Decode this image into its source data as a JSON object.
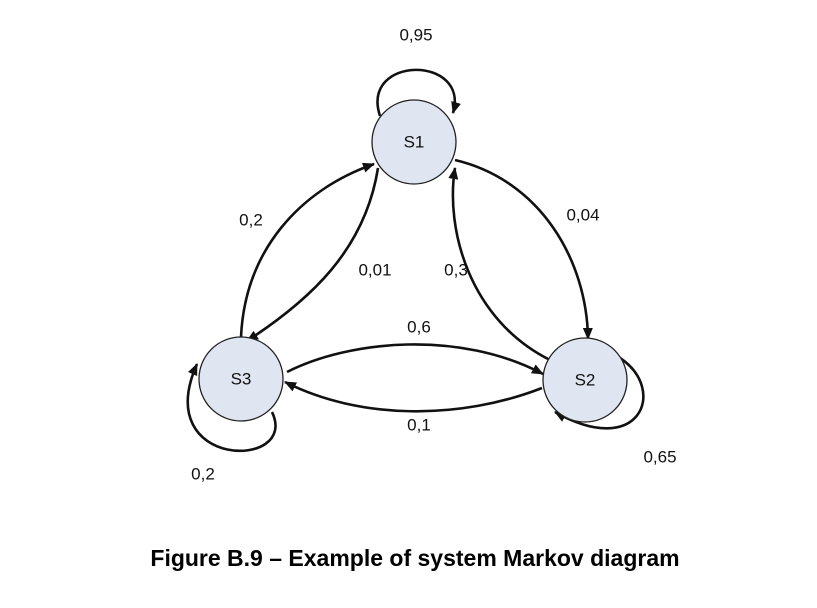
{
  "diagram": {
    "states": {
      "s1": "S1",
      "s2": "S2",
      "s3": "S3"
    },
    "transitions": {
      "s1_to_s1": "0,95",
      "s1_to_s2": "0,04",
      "s1_to_s3": "0,01",
      "s2_to_s1": "0,3",
      "s2_to_s2": "0,65",
      "s2_to_s3": "0,1",
      "s3_to_s1": "0,2",
      "s3_to_s2": "0,6",
      "s3_to_s3": "0,2"
    }
  },
  "caption": "Figure B.9 – Example of system Markov diagram"
}
